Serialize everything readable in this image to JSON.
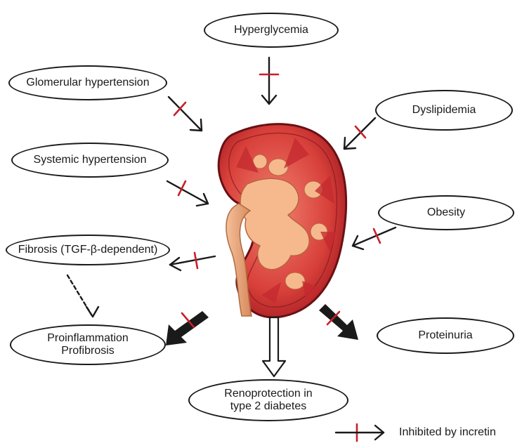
{
  "nodes": {
    "hyperglycemia": "Hyperglycemia",
    "glomerular_hypertension": "Glomerular hypertension",
    "dyslipidemia": "Dyslipidemia",
    "systemic_hypertension": "Systemic hypertension",
    "obesity": "Obesity",
    "fibrosis": "Fibrosis (TGF-β-dependent)",
    "proinflammation_line1": "Proinflammation",
    "proinflammation_line2": "Profibrosis",
    "proteinuria": "Proteinuria",
    "renoprotection_line1": "Renoprotection in",
    "renoprotection_line2": "type 2 diabetes"
  },
  "legend": {
    "label": "Inhibited by incretin"
  },
  "colors": {
    "stroke": "#1a1a1a",
    "inhibit_mark": "#c8202a",
    "kidney_outer": "#b8242a",
    "kidney_inner": "#e05a4a",
    "kidney_pelvis": "#f2b28a",
    "ureter": "#e9a071"
  }
}
